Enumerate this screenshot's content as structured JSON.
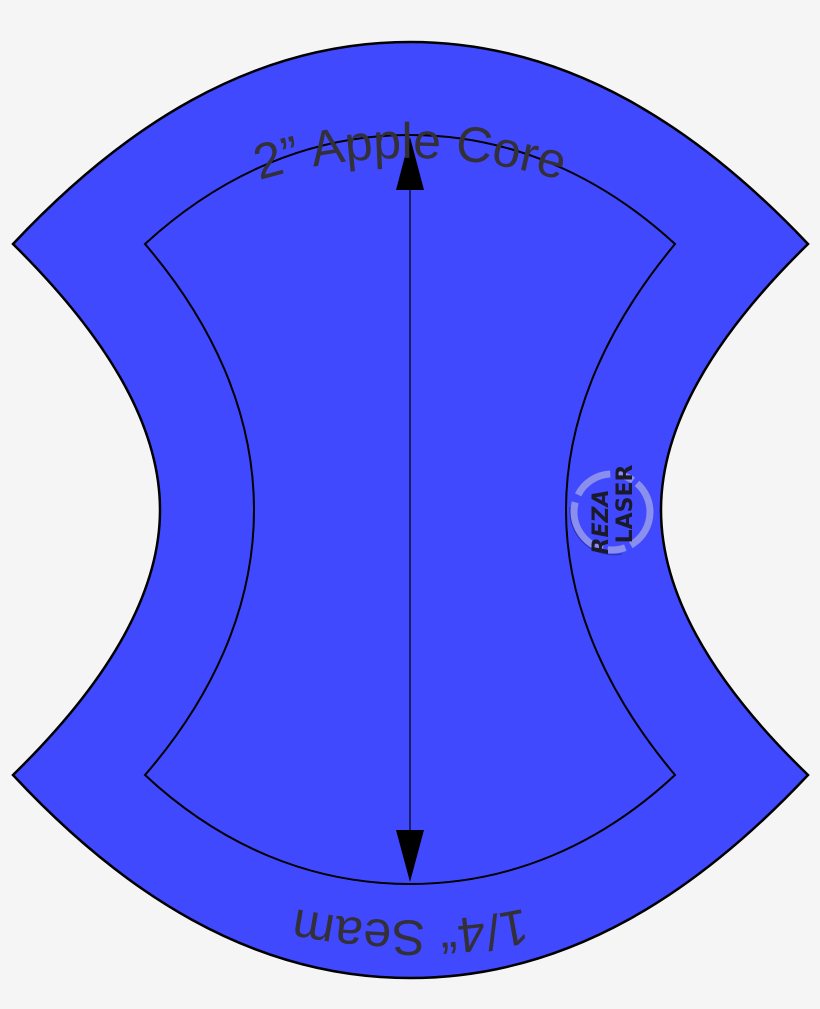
{
  "diagram": {
    "title": "2” Apple Core",
    "seam_label": "1/4“ Seam",
    "seam_label_fraction": "1/4",
    "seam_label_quote": "“",
    "seam_label_word": "Seam",
    "watermark": {
      "line1": "REZA",
      "line2": "LASER",
      "icon": "circle-ring-logo-icon"
    },
    "arrow": {
      "icon": "double-arrow-vertical-icon"
    },
    "colors": {
      "background": "#f5f5f5",
      "fill": "#4049fd",
      "stroke": "#000000",
      "text": "#333038",
      "watermark": "#b4b4d2"
    }
  }
}
